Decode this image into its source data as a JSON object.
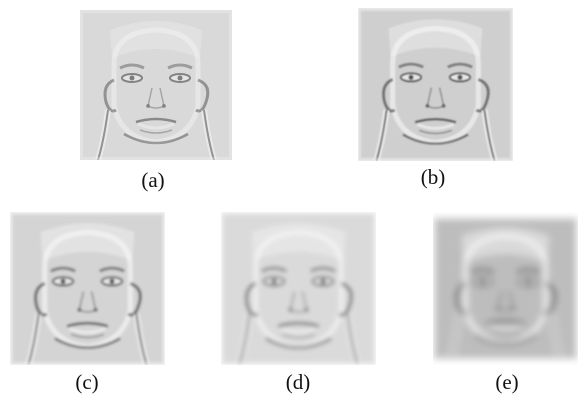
{
  "panels": [
    {
      "id": "a",
      "caption": "(a)",
      "blur": 0.3,
      "contrast": 0.55,
      "tone": "#d9d9d9"
    },
    {
      "id": "b",
      "caption": "(b)",
      "blur": 0.7,
      "contrast": 0.75,
      "tone": "#cfcfcf"
    },
    {
      "id": "c",
      "caption": "(c)",
      "blur": 1.3,
      "contrast": 0.85,
      "tone": "#d4d4d4"
    },
    {
      "id": "d",
      "caption": "(d)",
      "blur": 2.2,
      "contrast": 0.8,
      "tone": "#dadada"
    },
    {
      "id": "e",
      "caption": "(e)",
      "blur": 3.6,
      "contrast": 1.0,
      "tone": "#bdbdbd"
    }
  ],
  "colors": {
    "background": "#ffffff",
    "caption": "#111111",
    "dark": "#222222",
    "light": "#f6f6f6"
  }
}
